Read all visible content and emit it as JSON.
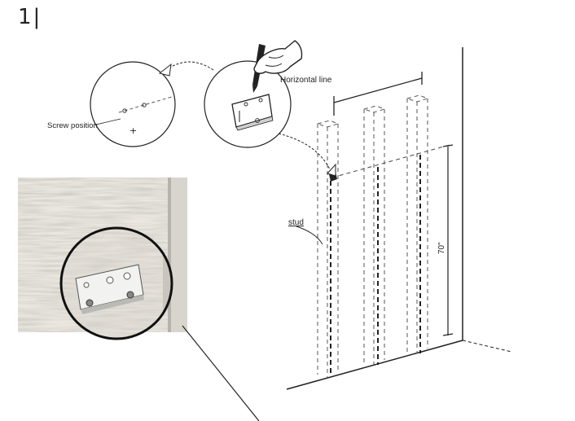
{
  "step": {
    "number": "1|"
  },
  "labels": {
    "horizontal_line": "Horizontal line",
    "screw_position": "Screw position",
    "stud": "stud",
    "height": "70\""
  },
  "colors": {
    "line": "#222222",
    "dashed": "#555555",
    "wood_light": "#ebe7e0",
    "wood_dark": "#9a968f"
  }
}
